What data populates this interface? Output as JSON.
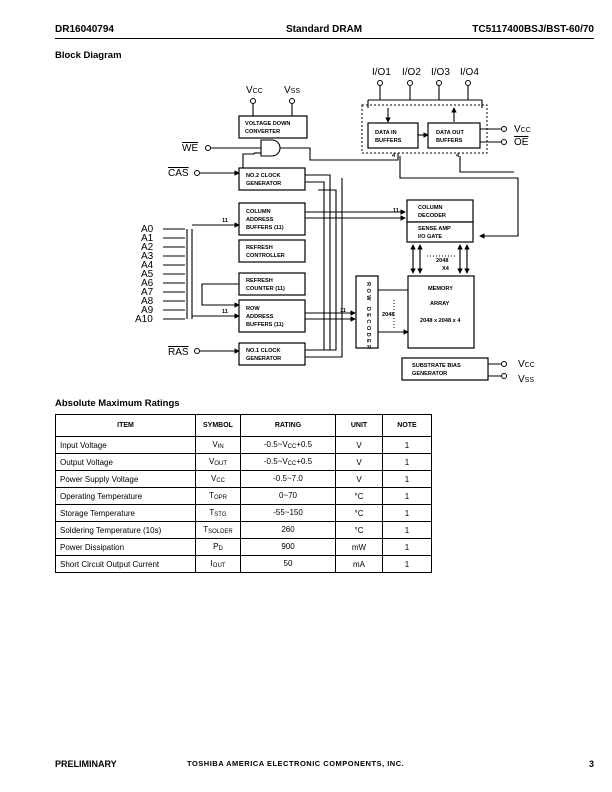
{
  "header": {
    "doc_id": "DR16040794",
    "title": "Standard DRAM",
    "part": "TC5117400BSJ/BST-60/70"
  },
  "block_diagram": {
    "heading": "Block Diagram",
    "pins": {
      "io": [
        "I/O1",
        "I/O2",
        "I/O3",
        "I/O4"
      ],
      "vcc": "V",
      "vcc_sub": "CC",
      "vss": "V",
      "vss_sub": "SS",
      "we": "WE",
      "cas": "CAS",
      "ras": "RAS",
      "oe": "OE",
      "address": [
        "A0",
        "A1",
        "A2",
        "A3",
        "A4",
        "A5",
        "A6",
        "A7",
        "A8",
        "A9",
        "A10"
      ]
    },
    "blocks": {
      "voltage_down": [
        "VOLTAGE DOWN",
        "CONVERTER"
      ],
      "data_in": [
        "DATA IN",
        "BUFFERS"
      ],
      "data_out": [
        "DATA OUT",
        "BUFFERS"
      ],
      "clock2": [
        "NO.2 CLOCK",
        "GENERATOR"
      ],
      "col_addr": [
        "COLUMN",
        "ADDRESS",
        "BUFFERS (11)"
      ],
      "refresh_ctrl": [
        "REFRESH",
        "CONTROLLER"
      ],
      "refresh_cnt": [
        "REFRESH",
        "COUNTER (11)"
      ],
      "row_addr": [
        "ROW",
        "ADDRESS",
        "BUFFERS (11)"
      ],
      "clock1": [
        "NO.1 CLOCK",
        "GENERATOR"
      ],
      "col_decoder": [
        "COLUMN",
        "DECODER"
      ],
      "sense_amp": [
        "SENSE AMP",
        "I/O GATE"
      ],
      "memory": [
        "MEMORY",
        "ARRAY"
      ],
      "memory_size": "2048 x 2048 x 4",
      "row_decoder": "ROW DECODER",
      "substrate": [
        "SUBSTRATE BIAS",
        "GENERATOR"
      ]
    },
    "labels": {
      "bus11": "11",
      "bus4": "4",
      "x2048": "2048",
      "x4": "X4"
    }
  },
  "ratings": {
    "heading": "Absolute Maximum Ratings",
    "columns": [
      "ITEM",
      "SYMBOL",
      "RATING",
      "UNIT",
      "NOTE"
    ],
    "rows": [
      {
        "item": "Input Voltage",
        "sym": "V",
        "sub": "IN",
        "rating": "-0.5~V",
        "rsub": "CC",
        "rtail": "+0.5",
        "unit": "V",
        "note": "1"
      },
      {
        "item": "Output Voltage",
        "sym": "V",
        "sub": "OUT",
        "rating": "-0.5~V",
        "rsub": "CC",
        "rtail": "+0.5",
        "unit": "V",
        "note": "1"
      },
      {
        "item": "Power Supply Voltage",
        "sym": "V",
        "sub": "CC",
        "rating": "-0.5~7.0",
        "rsub": "",
        "rtail": "",
        "unit": "V",
        "note": "1"
      },
      {
        "item": "Operating Temperature",
        "sym": "T",
        "sub": "OPR",
        "rating": "0~70",
        "rsub": "",
        "rtail": "",
        "unit": "°C",
        "note": "1"
      },
      {
        "item": "Storage Temperature",
        "sym": "T",
        "sub": "STG",
        "rating": "-55~150",
        "rsub": "",
        "rtail": "",
        "unit": "°C",
        "note": "1"
      },
      {
        "item": "Soldering Temperature (10s)",
        "sym": "T",
        "sub": "SOLDER",
        "rating": "260",
        "rsub": "",
        "rtail": "",
        "unit": "°C",
        "note": "1"
      },
      {
        "item": "Power Dissipation",
        "sym": "P",
        "sub": "D",
        "rating": "900",
        "rsub": "",
        "rtail": "",
        "unit": "mW",
        "note": "1"
      },
      {
        "item": "Short Circuit Output Current",
        "sym": "I",
        "sub": "OUT",
        "rating": "50",
        "rsub": "",
        "rtail": "",
        "unit": "mA",
        "note": "1"
      }
    ]
  },
  "footer": {
    "status": "PRELIMINARY",
    "company": "TOSHIBA AMERICA ELECTRONIC COMPONENTS, INC.",
    "page": "3"
  }
}
